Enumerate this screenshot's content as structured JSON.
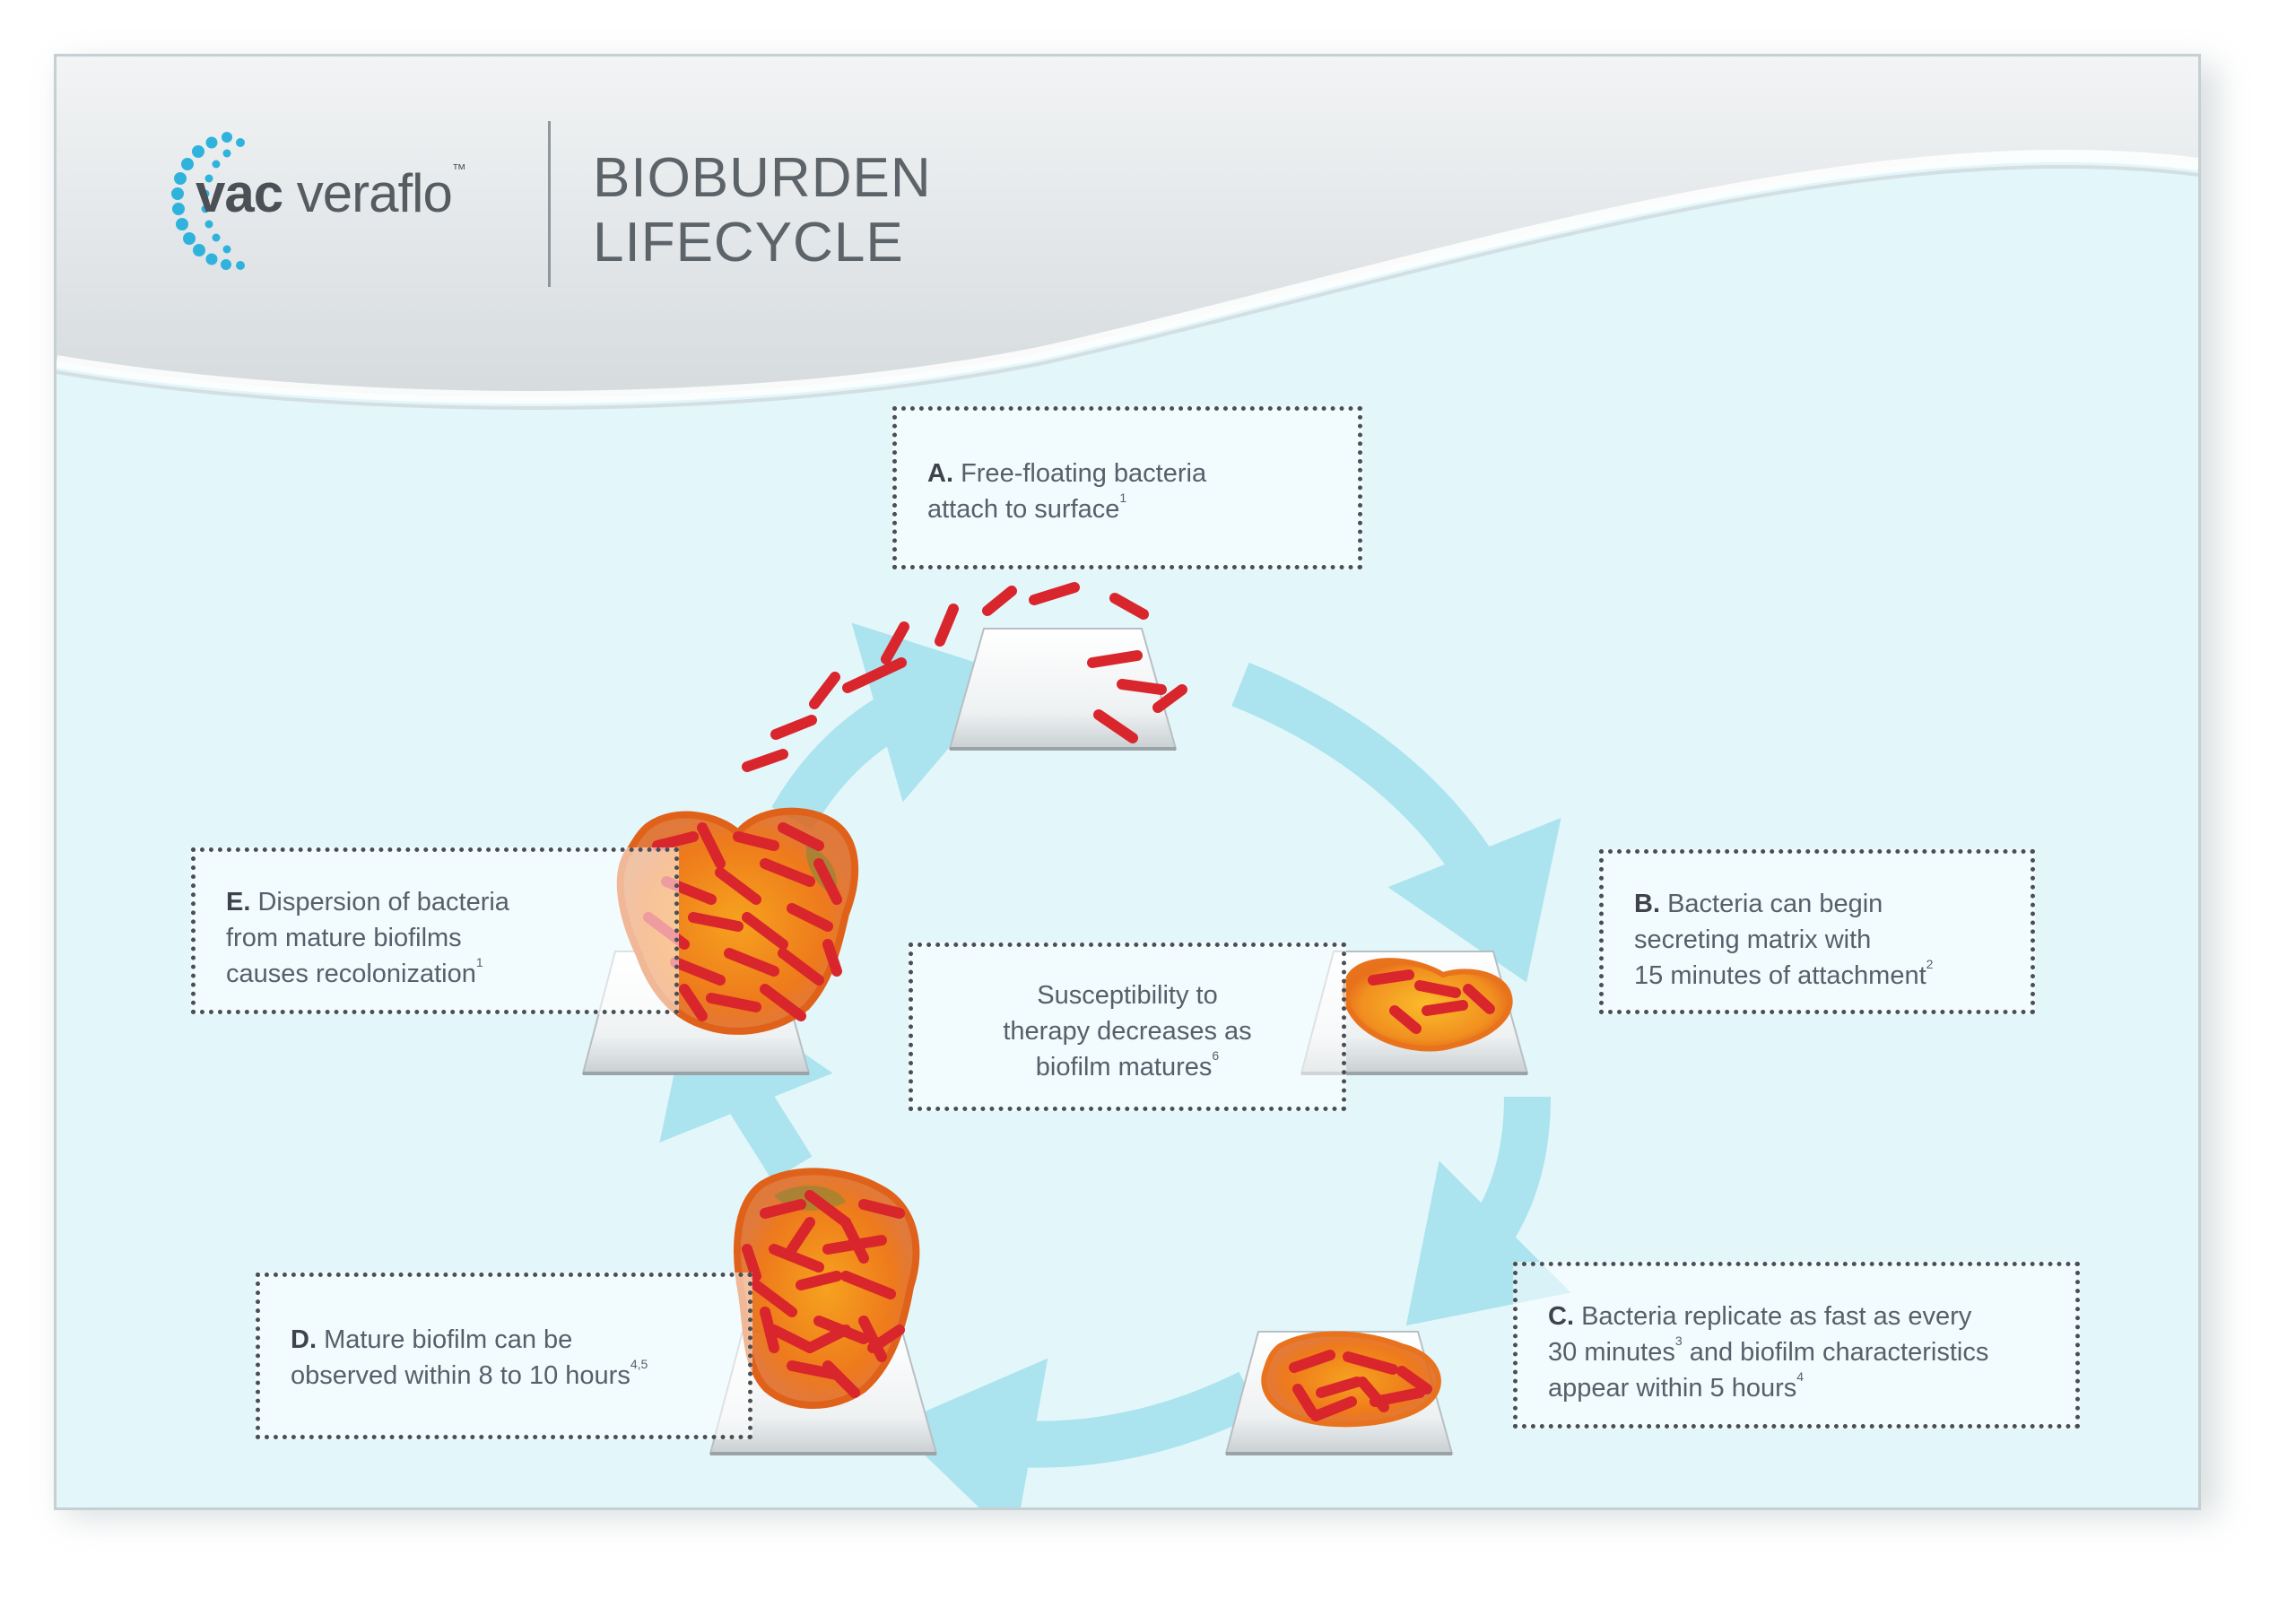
{
  "brand": {
    "name_bold": "vac",
    "name_light": "veraflo",
    "trademark": "™"
  },
  "header": {
    "title_line1": "BIOBURDEN",
    "title_line2": "LIFECYCLE"
  },
  "center": {
    "line1": "Susceptibility to",
    "line2": "therapy decreases as",
    "line3": "biofilm matures",
    "ref": "6"
  },
  "stages": {
    "a": {
      "letter": "A.",
      "line1": "Free-floating bacteria",
      "line2": "attach to surface",
      "ref": "1"
    },
    "b": {
      "letter": "B.",
      "line1": "Bacteria can begin",
      "line2": "secreting matrix with",
      "line3": "15 minutes of attachment",
      "ref": "2"
    },
    "c": {
      "letter": "C.",
      "line1": "Bacteria replicate as fast as every",
      "line2": "30 minutes",
      "ref2": "3",
      "line2b": " and biofilm characteristics",
      "line3": "appear within 5 hours",
      "ref": "4"
    },
    "d": {
      "letter": "D.",
      "line1": "Mature biofilm can be",
      "line2": "observed within 8 to 10 hours",
      "ref": "4,5"
    },
    "e": {
      "letter": "E.",
      "line1": "Dispersion of bacteria",
      "line2": "from mature biofilms",
      "line3": "causes recolonization",
      "ref": "1"
    }
  },
  "colors": {
    "card_bg": "#e3f6fa",
    "arrow": "#a9e3ee",
    "bacteria": "#d9252c",
    "biofilm_glow": "#f08a1c",
    "logo_dots": "#2fb3dd",
    "text": "#55606a"
  }
}
